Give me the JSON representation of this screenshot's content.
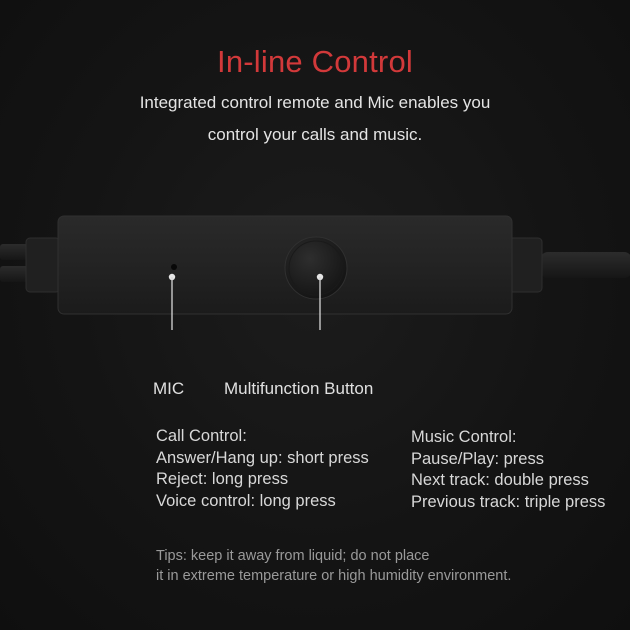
{
  "header": {
    "title": "In-line Control",
    "subtitle_line1": "Integrated control remote and Mic enables you",
    "subtitle_line2": "control your calls and music."
  },
  "callouts": {
    "mic_label": "MIC",
    "button_label": "Multifunction Button"
  },
  "call_control": {
    "heading": "Call Control:",
    "lines": [
      "Answer/Hang up: short press",
      "Reject: long press",
      "Voice control: long press"
    ]
  },
  "music_control": {
    "heading": "Music Control:",
    "lines": [
      "Pause/Play: press",
      "Next track: double press",
      "Previous track: triple press"
    ]
  },
  "tips": {
    "line1": "Tips: keep it away from liquid; do not place",
    "line2": "it in extreme temperature or high humidity environment."
  },
  "colors": {
    "background": "#121212",
    "title_accent": "#d2393a",
    "body_text": "#e0e0e0",
    "tips_text": "#9a9a9a"
  }
}
